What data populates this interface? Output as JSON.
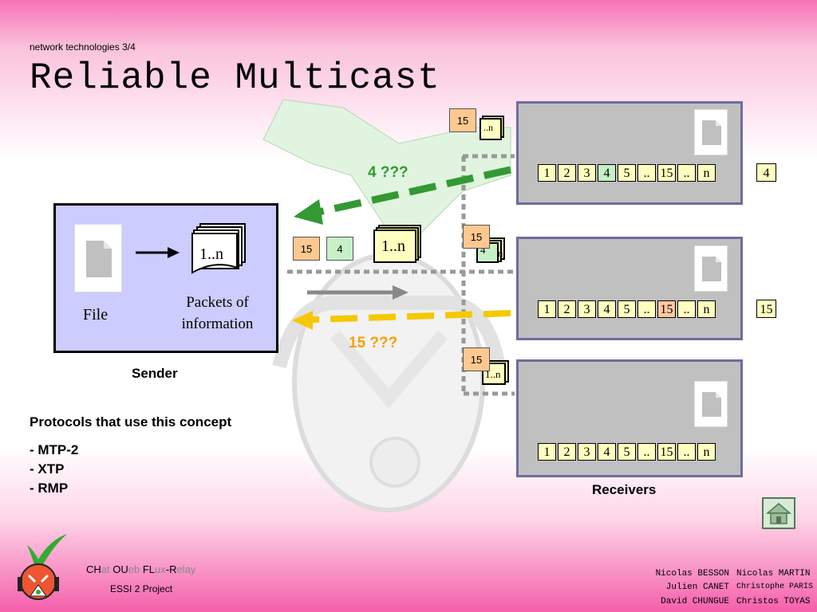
{
  "slide": {
    "subtitle": "network technologies 3/4",
    "title": "Reliable Multicast"
  },
  "sender": {
    "file_label": "File",
    "packets_label": "Packets of information",
    "stack_label": "1..n",
    "caption": "Sender"
  },
  "packets_in_transit": {
    "p15": "15",
    "p4": "4",
    "stack": "1..n",
    "recv_top_pkt": "15",
    "recv_top_stack": "..n",
    "recv_mid_pkt": "15",
    "recv_mid_stack": "4",
    "recv_mid_stack_n": "n",
    "recv_bot_pkt": "15",
    "recv_bot_stack": "1..n"
  },
  "nacks": {
    "top": "4 ???",
    "middle": "15 ???"
  },
  "receivers": {
    "caption": "Receivers",
    "rows": [
      {
        "cells": [
          "1",
          "2",
          "3",
          "4",
          "5",
          "..",
          "15",
          "..",
          "n"
        ],
        "missing_index": 3,
        "missing_value": "4"
      },
      {
        "cells": [
          "1",
          "2",
          "3",
          "4",
          "5",
          "..",
          "15",
          "..",
          "n"
        ],
        "missing_index": 6,
        "missing_value": "15"
      },
      {
        "cells": [
          "1",
          "2",
          "3",
          "4",
          "5",
          "..",
          "15",
          "..",
          "n"
        ],
        "missing_index": -1,
        "missing_value": ""
      }
    ]
  },
  "protocols": {
    "title": "Protocols that use this concept",
    "items": [
      "- MTP-2",
      "- XTP",
      "- RMP"
    ]
  },
  "footer": {
    "brand_parts": [
      {
        "text": "CH",
        "color": "#000000"
      },
      {
        "text": "at ",
        "color": "#888888"
      },
      {
        "text": "OU",
        "color": "#000000"
      },
      {
        "text": "eb ",
        "color": "#888888"
      },
      {
        "text": "FL",
        "color": "#000000"
      },
      {
        "text": "ux",
        "color": "#888888"
      },
      {
        "text": "-R",
        "color": "#000000"
      },
      {
        "text": "elay",
        "color": "#888888"
      }
    ],
    "project": "ESSI 2 Project",
    "authors_left": [
      "Nicolas BESSON",
      "Julien CANET",
      "David CHUNGUE"
    ],
    "authors_right": [
      "Nicolas MARTIN",
      "Christophe PARIS",
      "Christos TOYAS"
    ]
  },
  "colors": {
    "nack_top": "#339933",
    "nack_middle": "#f5a000",
    "missing_top": "#c8f0c8",
    "missing_middle": "#ffc8a0",
    "pkt_orange": "#ffc890",
    "pkt_green": "#c8f0c8"
  },
  "icons": [
    "document-icon",
    "arrow-right-icon",
    "home-icon",
    "logo-icon",
    "stack-icon"
  ]
}
